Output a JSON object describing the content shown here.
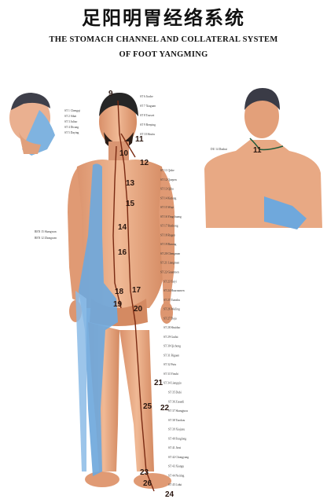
{
  "title": {
    "cn": "足阳明胃经络系统",
    "en_line1": "THE STOMACH CHANNEL AND COLLATERAL SYSTEM",
    "en_line2": "OF FOOT YANGMING"
  },
  "numbers": [
    "9",
    "11",
    "10",
    "12",
    "13",
    "15",
    "14",
    "16",
    "18",
    "17",
    "19",
    "20",
    "21",
    "22",
    "25",
    "23",
    "24",
    "26"
  ],
  "head_labels": [
    "ST 1 Chengqi",
    "ST 2 Sibai",
    "ST 3 Juliao",
    "ST 4 Dicang",
    "ST 5 Daying",
    "ST 6 Jiache",
    "ST 7 Xiaguan",
    "ST 8 Touwei",
    "ST 9 Renying",
    "ST 10 Shuitu"
  ],
  "side_labels_left": [
    "REN 15 Shangwan",
    "REN 12 Zhongwan"
  ],
  "point_labels": [
    "ST 11 Qishe",
    "ST 12 Quepen",
    "ST 13 Qihu",
    "ST 14 Kufang",
    "ST 15 Wuyi",
    "ST 16 Yingchuang",
    "ST 17 Ruzhong",
    "ST 18 Rugen",
    "ST 19 Burong",
    "ST 20 Chengman",
    "ST 21 Liangmen",
    "ST 22 Guanmen",
    "ST 23 Taiyi",
    "ST 24 Huaroumen",
    "ST 25 Tianshu",
    "ST 26 Wailing",
    "ST 27 Daju",
    "ST 28 Shuidao",
    "ST 29 Guilai",
    "ST 30 Qichong",
    "ST 31 Biguan",
    "ST 32 Futu",
    "ST 33 Yinshi",
    "ST 34 Liangqiu",
    "ST 35 Dubi",
    "ST 36 Zusanli",
    "ST 37 Shangjuxu",
    "ST 38 Tiaokou",
    "ST 39 Xiajuxu",
    "ST 40 Fenglong",
    "ST 41 Jiexi",
    "ST 42 Chongyang",
    "ST 43 Xiangu",
    "ST 44 Neiting",
    "ST 45 Lidui"
  ],
  "back_label": "DU 14 Dazhui",
  "colors": {
    "skin": "#e8a984",
    "channel_blue": "#6fa8dc",
    "line": "#7a2a12"
  }
}
